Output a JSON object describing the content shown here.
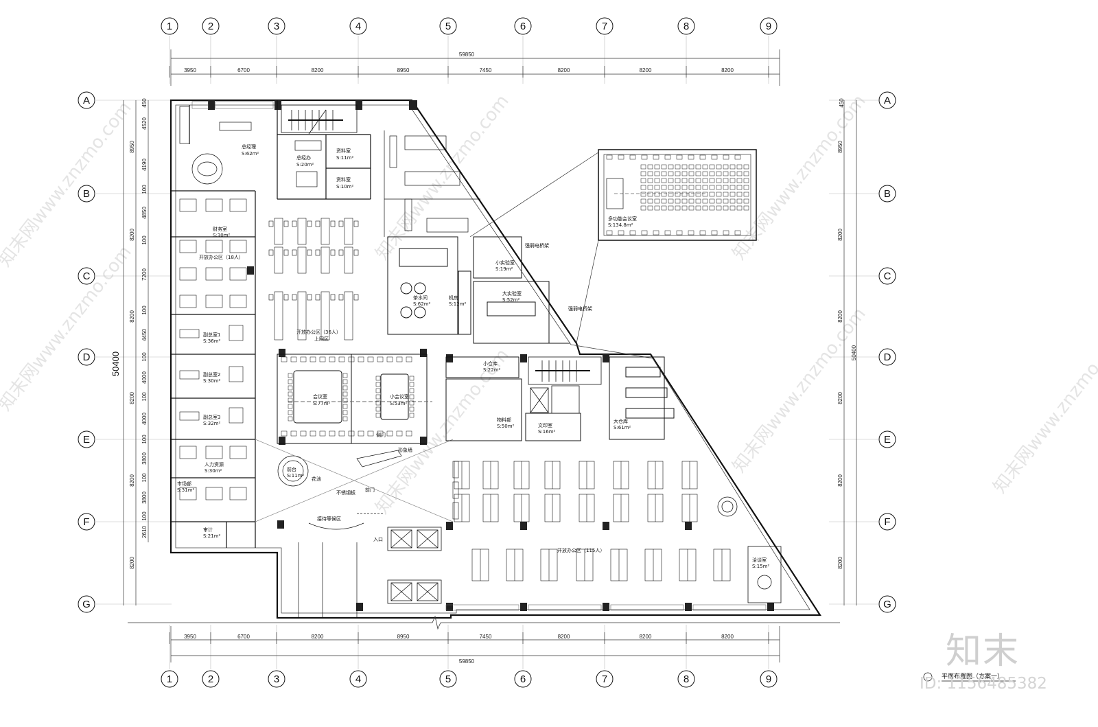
{
  "axes": {
    "cols": [
      "1",
      "2",
      "3",
      "4",
      "5",
      "6",
      "7",
      "8",
      "9"
    ],
    "rows": [
      "A",
      "B",
      "C",
      "D",
      "E",
      "F",
      "G"
    ]
  },
  "dims": {
    "total_width": "59850",
    "col_spacings": [
      "3950",
      "6700",
      "8200",
      "8950",
      "7450",
      "8200",
      "8200",
      "8200"
    ],
    "total_height": "50400",
    "left_outer": [
      "8950",
      "8200",
      "8200",
      "8200",
      "8200",
      "8200"
    ],
    "left_inner": [
      "450",
      "4520",
      "4190",
      "100",
      "4850",
      "100",
      "7200",
      "100",
      "4450",
      "100",
      "4000",
      "100",
      "4000",
      "100",
      "3800",
      "100",
      "3800",
      "100",
      "2610"
    ],
    "right_outer": [
      "8950",
      "8200",
      "8200",
      "8200",
      "8200",
      "8200"
    ],
    "right_inner": [
      "450",
      "50400"
    ]
  },
  "rooms": {
    "general_manager": "总经理",
    "general_manager_area": "S:62m²",
    "gm_office": "总经办",
    "gm_office_area": "S:20m²",
    "archive1": "资料室",
    "archive1_area": "S:11m²",
    "archive2": "资料室",
    "archive2_area": "S:10m²",
    "finance": "财务室",
    "finance_area": "S:30m²",
    "open_office_18": "开放办公区（18人）",
    "deputy1": "副总室1",
    "deputy1_area": "S:36m²",
    "deputy2": "副总室2",
    "deputy2_area": "S:30m²",
    "deputy3": "副总室3",
    "deputy3_area": "S:32m²",
    "hr": "人力资源",
    "hr_area": "S:30m²",
    "marketing": "市场部",
    "marketing_area": "S:31m²",
    "audit": "审计",
    "audit_area": "S:21m²",
    "open_office_mid": "开放办公区（36人）",
    "open_office_mid_sub": "上网区",
    "tea": "茶水间",
    "tea_area": "S:62m²",
    "server": "机房",
    "server_area": "S:12m²",
    "small_lab": "小实验室",
    "small_lab_area": "S:19m²",
    "big_lab": "大实验室",
    "big_lab_area": "S:52m²",
    "meeting": "会议室",
    "meeting_area": "S:77m²",
    "small_meeting": "小会议室",
    "small_meeting_area": "S:53m²",
    "small_store": "小仓库",
    "small_store_area": "S:22m²",
    "material": "物料部",
    "material_area": "S:50m²",
    "print": "文印室",
    "print_area": "S:16m²",
    "big_store": "大仓库",
    "big_store_area": "S:61m²",
    "reception_island": "前台",
    "reception_area": "S:11m²",
    "reception_wait": "接待等候区",
    "entrance": "入口",
    "main_door": "前门",
    "side_door": "侧门",
    "logo_wall": "形象墙",
    "flower": "花池",
    "steel": "不锈钢板",
    "open_office_115": "开放办公区（115人）",
    "negotiation": "洽谈室",
    "negotiation_area": "S:15m²",
    "multi": "多功能会议室",
    "multi_area": "S:134.8m²",
    "trunk1": "强弱电桥架",
    "trunk2": "强弱电桥架"
  },
  "watermark": "知末网www.znzmo.com",
  "title": "平面布置图（方案一）",
  "brand": "知末",
  "id_label": "ID: 1156485382"
}
